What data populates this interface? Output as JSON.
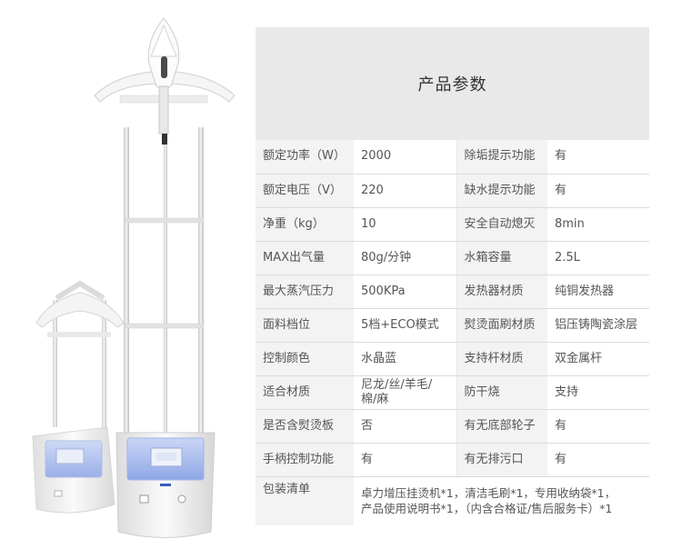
{
  "spec": {
    "title": "产品参数",
    "rows": [
      {
        "k1": "额定功率（W）",
        "v1": "2000",
        "k2": "除垢提示功能",
        "v2": "有"
      },
      {
        "k1": "额定电压（V）",
        "v1": "220",
        "k2": "缺水提示功能",
        "v2": "有"
      },
      {
        "k1": "净重（kg）",
        "v1": "10",
        "k2": "安全自动熄灭",
        "v2": "8min"
      },
      {
        "k1": "MAX出气量",
        "v1": "80g/分钟",
        "k2": "水箱容量",
        "v2": "2.5L"
      },
      {
        "k1": "最大蒸汽压力",
        "v1": "500KPa",
        "k2": "发热器材质",
        "v2": "纯铜发热器"
      },
      {
        "k1": "面料档位",
        "v1": "5档+ECO模式",
        "k2": "熨烫面刷材质",
        "v2": "铝压铸陶瓷涂层"
      },
      {
        "k1": "控制颜色",
        "v1": "水晶蓝",
        "k2": "支持杆材质",
        "v2": "双金属杆"
      },
      {
        "k1": "适合材质",
        "v1a": "尼龙/丝/羊毛/",
        "v1b": "棉/麻",
        "k2": "防干烧",
        "v2": "支持"
      },
      {
        "k1": "是否含熨烫板",
        "v1": "否",
        "k2": "有无底部轮子",
        "v2": "有"
      },
      {
        "k1": "手柄控制功能",
        "v1": "有",
        "k2": "有无排污口",
        "v2": "有"
      }
    ],
    "package": {
      "label": "包装清单",
      "line1": "卓力增压挂烫机*1，清洁毛刷*1，专用收纳袋*1，",
      "line2": "产品使用说明书*1，（内含合格证/售后服务卡）*1"
    }
  },
  "colors": {
    "header_bg": "#e9e9e9",
    "key_bg": "#f3f3f3",
    "accent_blue": "#8fa7e6"
  },
  "icons": [
    "garment-steamer-product-image"
  ]
}
